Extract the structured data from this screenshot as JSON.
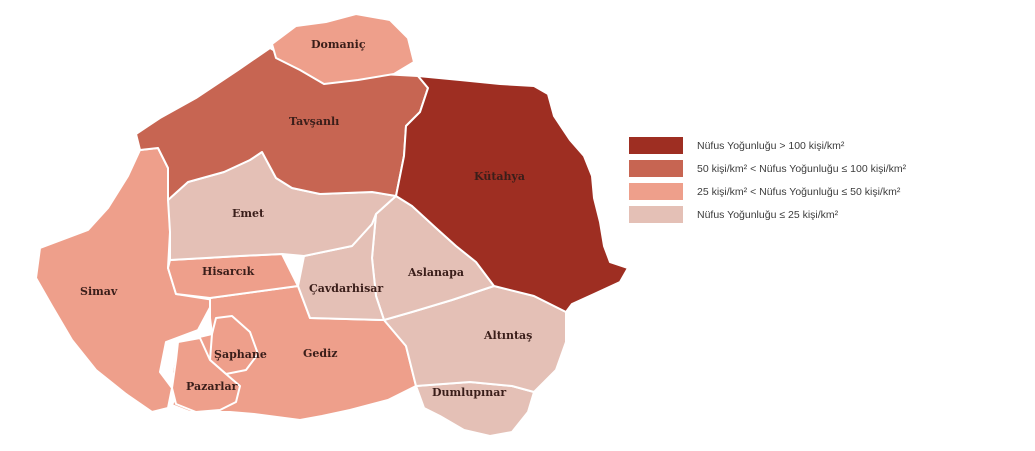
{
  "colors": {
    "very_high": "#9e2e22",
    "high": "#c76552",
    "medium": "#ee9f8b",
    "low": "#e4c0b6",
    "border": "#ffffff"
  },
  "districts": [
    {
      "id": "domanic",
      "name": "Domaniç",
      "class": "medium"
    },
    {
      "id": "tavsanli",
      "name": "Tavşanlı",
      "class": "high"
    },
    {
      "id": "kutahya",
      "name": "Kütahya",
      "class": "very_high"
    },
    {
      "id": "emet",
      "name": "Emet",
      "class": "low"
    },
    {
      "id": "simav",
      "name": "Simav",
      "class": "medium"
    },
    {
      "id": "hisarcik",
      "name": "Hisarcık",
      "class": "medium"
    },
    {
      "id": "cavdarhisar",
      "name": "Çavdarhisar",
      "class": "low"
    },
    {
      "id": "aslanapa",
      "name": "Aslanapa",
      "class": "low"
    },
    {
      "id": "altintas",
      "name": "Altıntaş",
      "class": "low"
    },
    {
      "id": "saphane",
      "name": "Şaphane",
      "class": "medium"
    },
    {
      "id": "gediz",
      "name": "Gediz",
      "class": "medium"
    },
    {
      "id": "pazarlar",
      "name": "Pazarlar",
      "class": "medium"
    },
    {
      "id": "dumlupinar",
      "name": "Dumlupınar",
      "class": "low"
    }
  ],
  "legend": [
    {
      "class": "very_high",
      "label": "Nüfus Yoğunluğu > 100 kişi/km²"
    },
    {
      "class": "high",
      "label": "50 kişi/km² < Nüfus Yoğunluğu ≤ 100 kişi/km²"
    },
    {
      "class": "medium",
      "label": "25 kişi/km² < Nüfus Yoğunluğu ≤ 50 kişi/km²"
    },
    {
      "class": "low",
      "label": "Nüfus Yoğunluğu ≤ 25 kişi/km²"
    }
  ]
}
